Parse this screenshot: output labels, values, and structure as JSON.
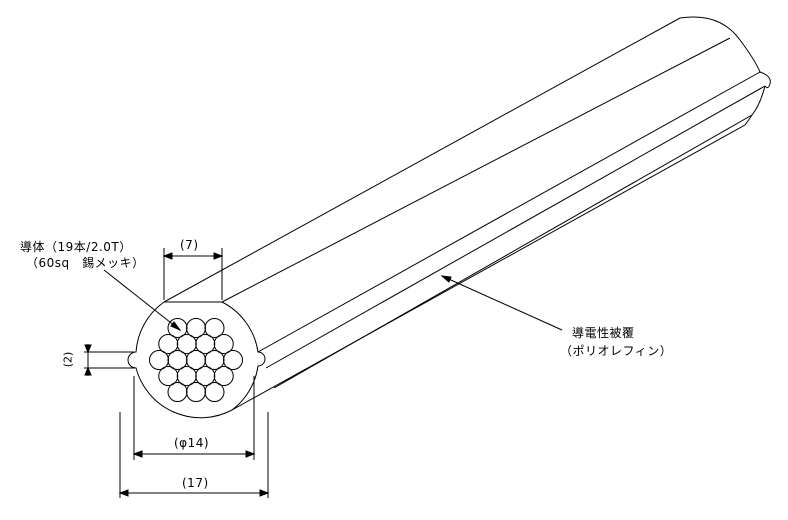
{
  "diagram": {
    "conductor_label_line1": "導体（19本/2.0T）",
    "conductor_label_line2": "（60sq　錫メッキ）",
    "coating_label_line1": "導電性被覆",
    "coating_label_line2": "（ポリオレフィン）",
    "dim_top": "(7)",
    "dim_side": "(2)",
    "dim_diameter": "(φ14)",
    "dim_total_width": "(17)",
    "strand_count": 19
  },
  "colors": {
    "line": "#000000",
    "background": "#ffffff"
  }
}
